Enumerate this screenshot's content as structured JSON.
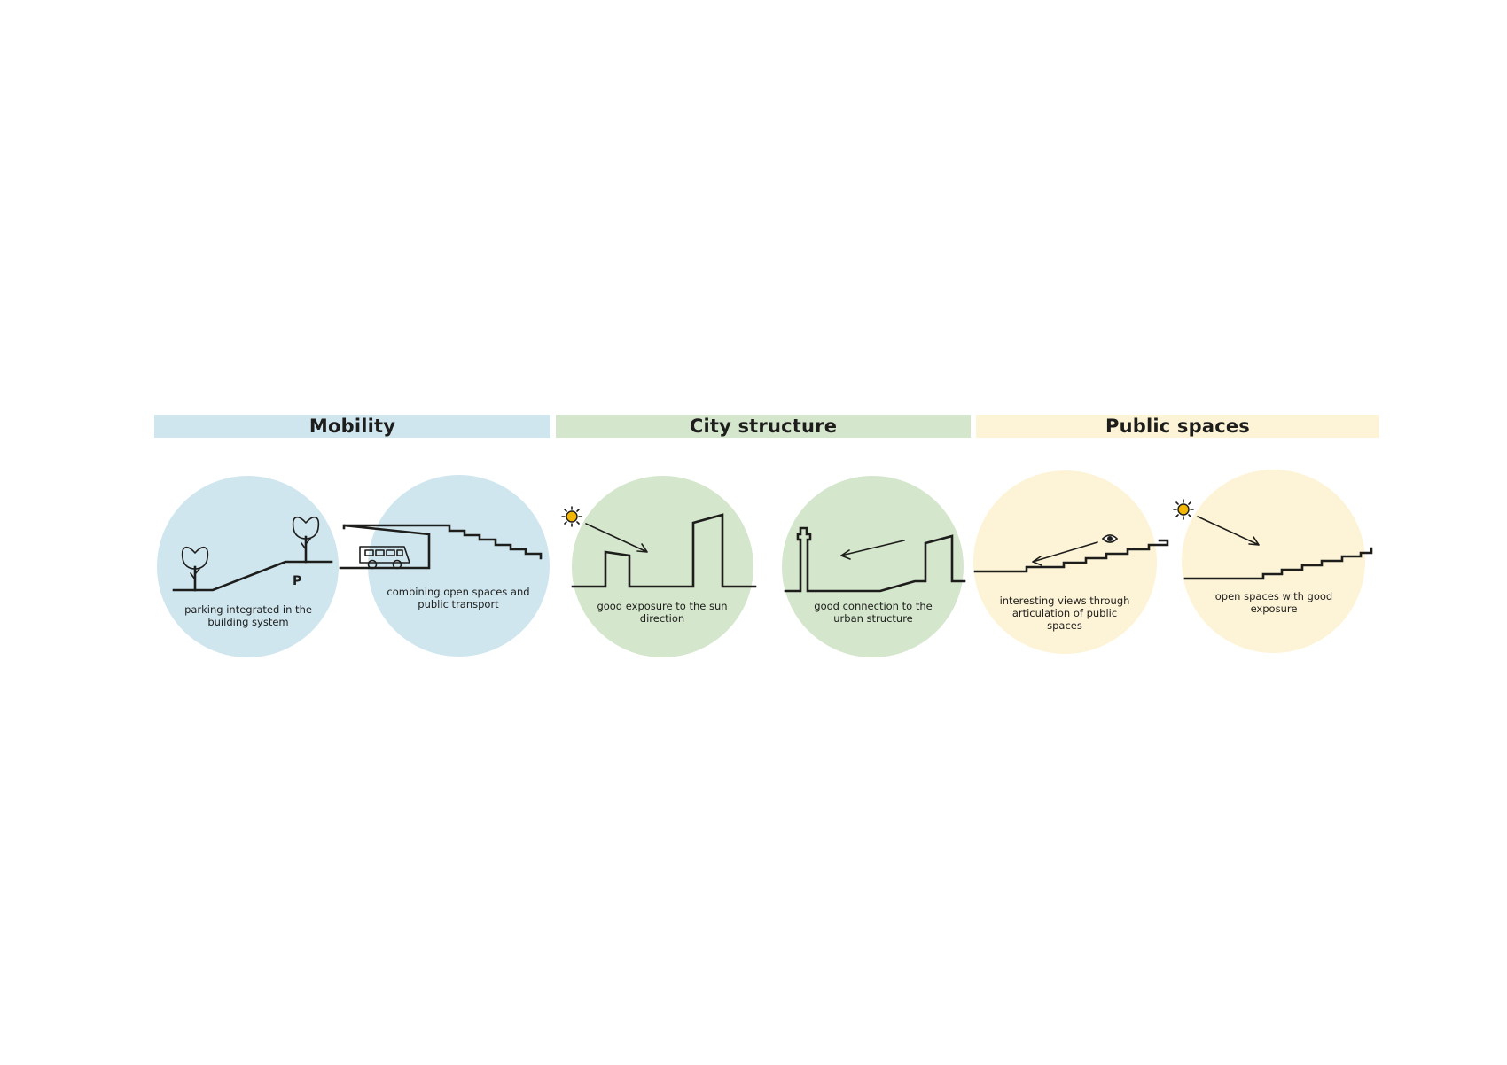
{
  "colors": {
    "mobility": "#cfe6ef",
    "city_structure": "#d4e6cc",
    "public_spaces": "#fdf3d6",
    "sun": "#f2b705",
    "ink": "#1d1d1b"
  },
  "sections": [
    {
      "title": "Mobility",
      "items": [
        {
          "caption": "parking integrated in the building system",
          "icon": "parking-tree-icon",
          "parking_label": "P"
        },
        {
          "caption": "combining open spaces and public transport",
          "icon": "bus-icon"
        }
      ]
    },
    {
      "title": "City structure",
      "items": [
        {
          "caption": "good exposure to the sun direction",
          "icon": "sun-icon"
        },
        {
          "caption": "good connection to the urban structure",
          "icon": "tower-icon"
        }
      ]
    },
    {
      "title": "Public spaces",
      "items": [
        {
          "caption": "interesting views through articulation of public spaces",
          "icon": "eye-icon"
        },
        {
          "caption": "open spaces with good exposure",
          "icon": "sun-icon"
        }
      ]
    }
  ]
}
